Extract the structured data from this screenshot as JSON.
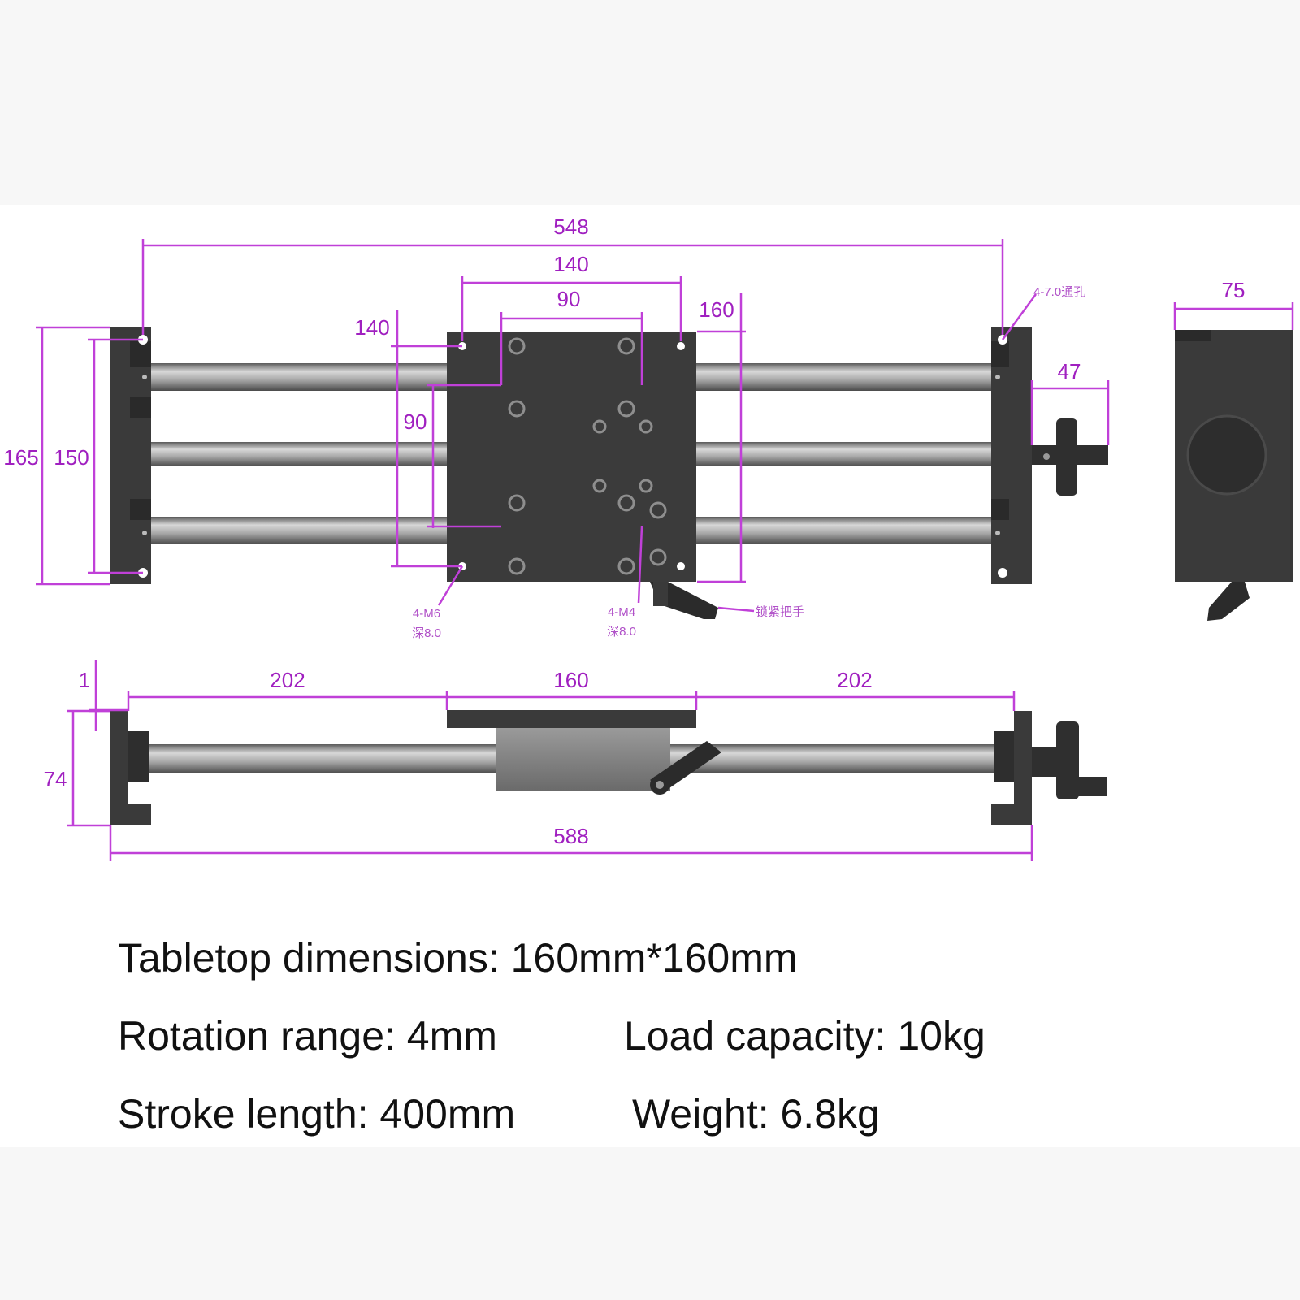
{
  "dimensions": {
    "overall_top": "548",
    "carriage_holes_outer": "140",
    "carriage_holes_inner": "90",
    "carriage_width_right": "160",
    "carriage_height_left": "140",
    "carriage_inner_vertical": "90",
    "base_height_outer": "165",
    "base_height_inner": "150",
    "knob_protrusion": "47",
    "end_view_width": "75",
    "side_offset": "1",
    "side_left": "202",
    "side_middle": "160",
    "side_right": "202",
    "side_height": "74",
    "overall_length": "588"
  },
  "callouts": {
    "through_hole": "4-7.0通孔",
    "m6_line1": "4-M6",
    "m6_line2": "深8.0",
    "m4_line1": "4-M4",
    "m4_line2": "深8.0",
    "clamp_handle": "锁紧把手"
  },
  "specs": {
    "tabletop": "Tabletop dimensions: 160mm*160mm",
    "rotation": "Rotation range: 4mm",
    "load": "Load capacity: 10kg",
    "stroke": "Stroke length: 400mm",
    "weight": "Weight: 6.8kg"
  },
  "colors": {
    "dimension": "#c040d8",
    "body": "#3a3a3a",
    "rail": "#a9a9a9"
  }
}
